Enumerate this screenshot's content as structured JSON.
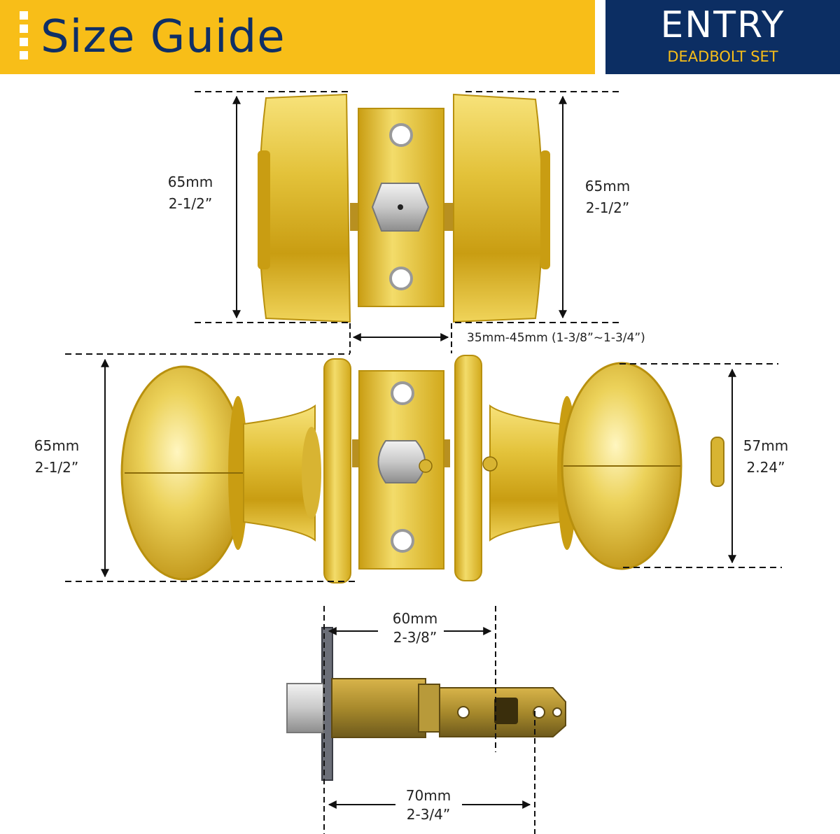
{
  "banner": {
    "title": "Size Guide",
    "badge_title": "ENTRY",
    "badge_subtitle": "DEADBOLT SET",
    "colors": {
      "yellow": "#f8be18",
      "navy": "#0c2e63",
      "brass": "#e8c53a"
    }
  },
  "deadbolt": {
    "left_height_mm": "65mm",
    "left_height_in": "2-1/2”",
    "right_height_mm": "65mm",
    "right_height_in": "2-1/2”",
    "door_thickness": "35mm-45mm (1-3/8”~1-3/4”)"
  },
  "knob": {
    "left_height_mm": "65mm",
    "left_height_in": "2-1/2”",
    "right_height_mm": "57mm",
    "right_height_in": "2.24”"
  },
  "latch": {
    "short_backset_mm": "60mm",
    "short_backset_in": "2-3/8”",
    "long_backset_mm": "70mm",
    "long_backset_in": "2-3/4”"
  }
}
